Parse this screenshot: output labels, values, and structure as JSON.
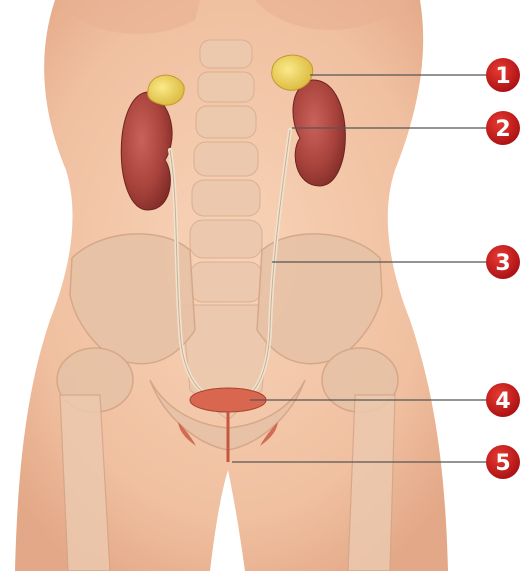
{
  "diagram": {
    "callouts": [
      {
        "number": "1",
        "structure": "adrenal-gland"
      },
      {
        "number": "2",
        "structure": "kidney"
      },
      {
        "number": "3",
        "structure": "ureter"
      },
      {
        "number": "4",
        "structure": "bladder"
      },
      {
        "number": "5",
        "structure": "urethra"
      }
    ],
    "colors": {
      "skin": "#f3c6a8",
      "skin_shadow": "#e2a98a",
      "bone": "#e9c7ad",
      "kidney": "#a8433c",
      "adrenal": "#f0d25a",
      "ureter": "#efe3cf",
      "bladder": "#d9674f",
      "badge": "#c8191b",
      "leader": "#555555"
    }
  }
}
